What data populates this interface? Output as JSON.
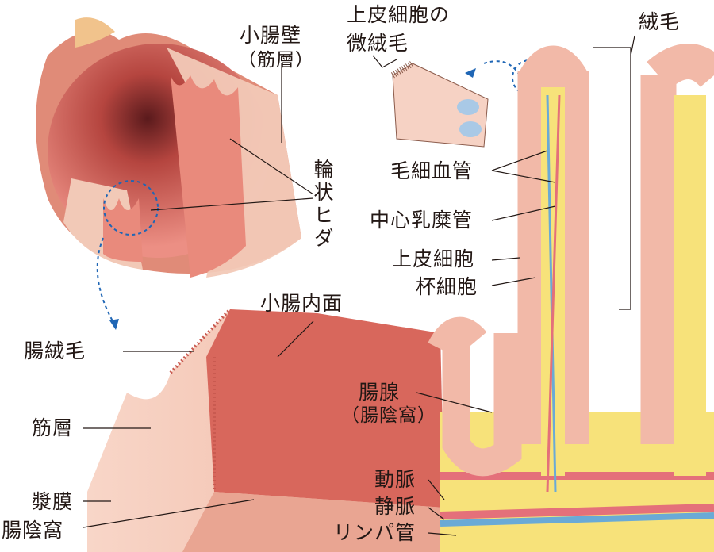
{
  "title": "小腸の構造",
  "labels": {
    "small_intestine_wall": "小腸壁",
    "wall_muscle": "（筋層）",
    "circular_folds": "輪状ヒダ",
    "epithelial_microvilli_1": "上皮細胞の",
    "epithelial_microvilli_2": "微絨毛",
    "villi": "絨毛",
    "capillaries": "毛細血管",
    "central_lacteal": "中心乳糜管",
    "epithelial_cells": "上皮細胞",
    "goblet_cells": "杯細胞",
    "inner_surface": "小腸内面",
    "intestinal_villi": "腸絨毛",
    "muscle_layer": "筋層",
    "serosa": "漿膜",
    "crypt": "腸陰窩",
    "intestinal_gland": "腸腺",
    "intestinal_gland_crypt": "（腸陰窩）",
    "artery": "動脈",
    "vein": "静脈",
    "lymph_vessel": "リンパ管"
  },
  "colors": {
    "tissue_pink": "#f2b9a8",
    "mucosa_red": "#d9675c",
    "artery": "#e4707a",
    "vein": "#6aaad6",
    "lymph": "#f7e27a",
    "pointer": "#1f66b5"
  }
}
